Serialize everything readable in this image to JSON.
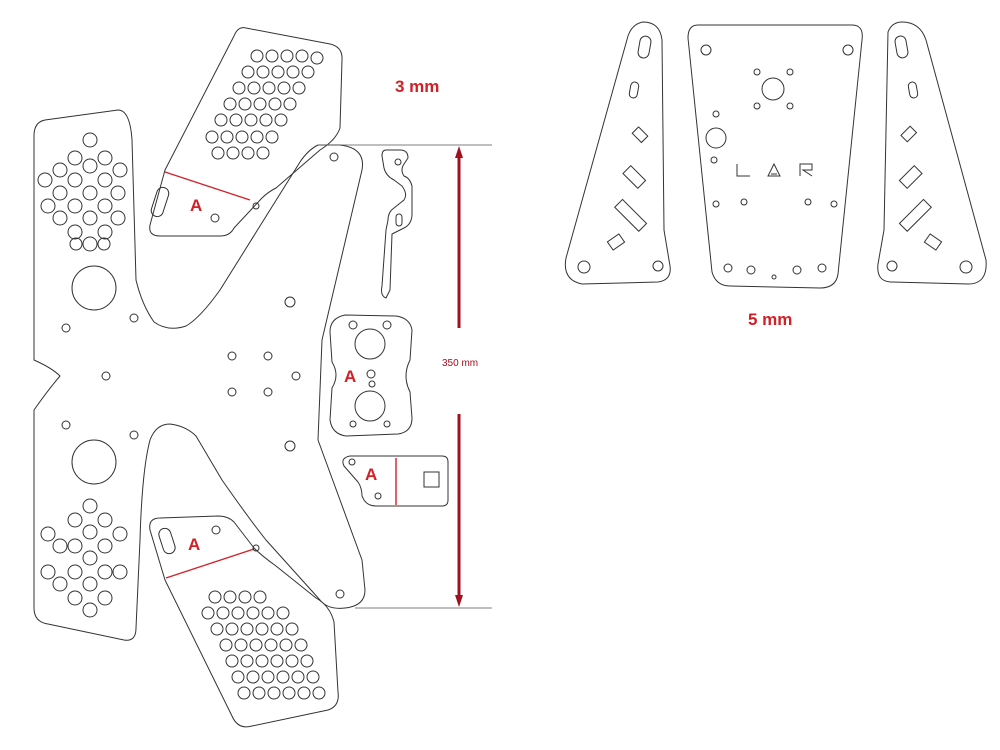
{
  "labels": {
    "thickness_top": "3 mm",
    "thickness_right": "5 mm",
    "dimension": "350 mm",
    "part_mark": "A"
  },
  "logo_letters": "LAR",
  "colors": {
    "outline": "#333333",
    "label_red": "#d32027",
    "dimension_red": "#a3101d",
    "background": "#ffffff"
  }
}
